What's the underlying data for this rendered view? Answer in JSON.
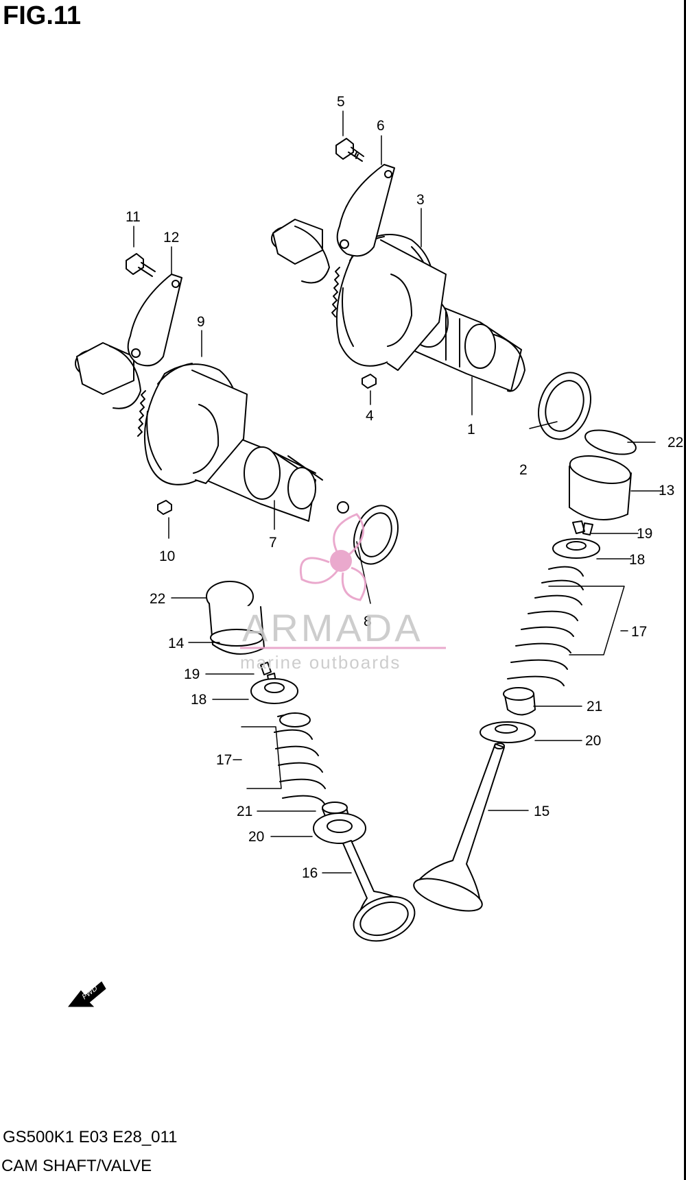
{
  "figure": {
    "title": "FIG.11"
  },
  "footer": {
    "model_code": "GS500K1 E03 E28_011",
    "section_name": "CAM SHAFT/VALVE"
  },
  "watermark": {
    "brand": "ARMADA",
    "tagline": "marine outboards",
    "color": "#e8a0c8"
  },
  "fwd_label": "FWD",
  "callouts": [
    "1",
    "2",
    "3",
    "4",
    "5",
    "6",
    "7",
    "8",
    "9",
    "10",
    "11",
    "12",
    "13",
    "14",
    "15",
    "16",
    "17",
    "18",
    "19",
    "20",
    "21",
    "22"
  ],
  "callout_labels": {
    "c1": "1",
    "c2": "2",
    "c3": "3",
    "c4": "4",
    "c5": "5",
    "c6": "6",
    "c7": "7",
    "c8": "8",
    "c9": "9",
    "c10": "10",
    "c11": "11",
    "c12": "12",
    "c13": "13",
    "c14": "14",
    "c15": "15",
    "c16": "16",
    "c17a": "17",
    "c17b": "17",
    "c18a": "18",
    "c18b": "18",
    "c19a": "19",
    "c19b": "19",
    "c20a": "20",
    "c20b": "20",
    "c21a": "21",
    "c21b": "21",
    "c22a": "22",
    "c22b": "22"
  }
}
